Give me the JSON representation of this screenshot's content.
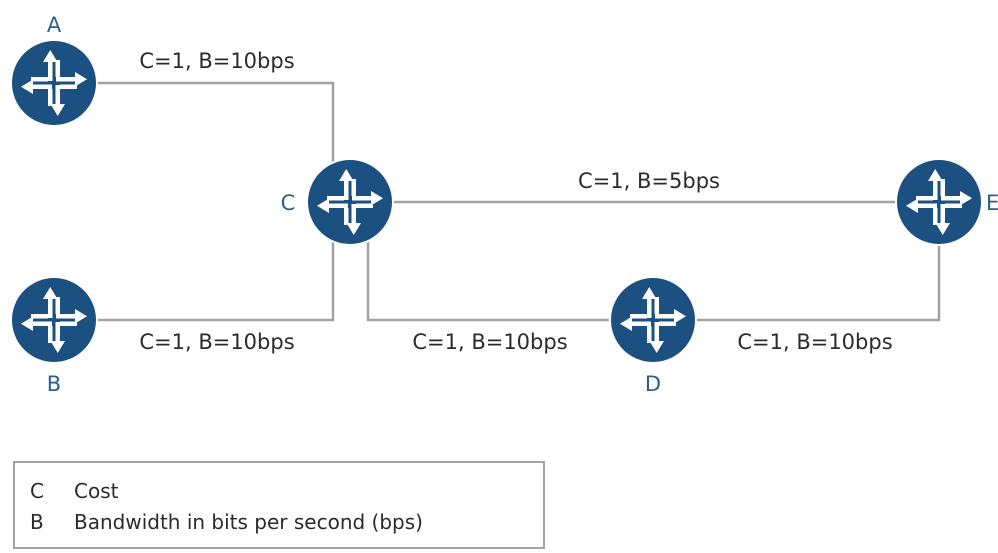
{
  "colors": {
    "router_fill": "#1c5080",
    "node_label": "#2b5f8d",
    "link_line": "#a3a3a3",
    "text": "#2b2b2b"
  },
  "nodes": {
    "a": {
      "label": "A",
      "icon": "router-icon"
    },
    "b": {
      "label": "B",
      "icon": "router-icon"
    },
    "c": {
      "label": "C",
      "icon": "router-icon"
    },
    "d": {
      "label": "D",
      "icon": "router-icon"
    },
    "e": {
      "label": "E",
      "icon": "router-icon"
    }
  },
  "links": {
    "a_c": {
      "label": "C=1, B=10bps"
    },
    "b_c": {
      "label": "C=1, B=10bps"
    },
    "c_e": {
      "label": "C=1, B=5bps"
    },
    "c_d": {
      "label": "C=1, B=10bps"
    },
    "d_e": {
      "label": "C=1, B=10bps"
    }
  },
  "legend": {
    "items": [
      {
        "key": "C",
        "text": "Cost"
      },
      {
        "key": "B",
        "text": "Bandwidth in bits per second (bps)"
      }
    ]
  }
}
